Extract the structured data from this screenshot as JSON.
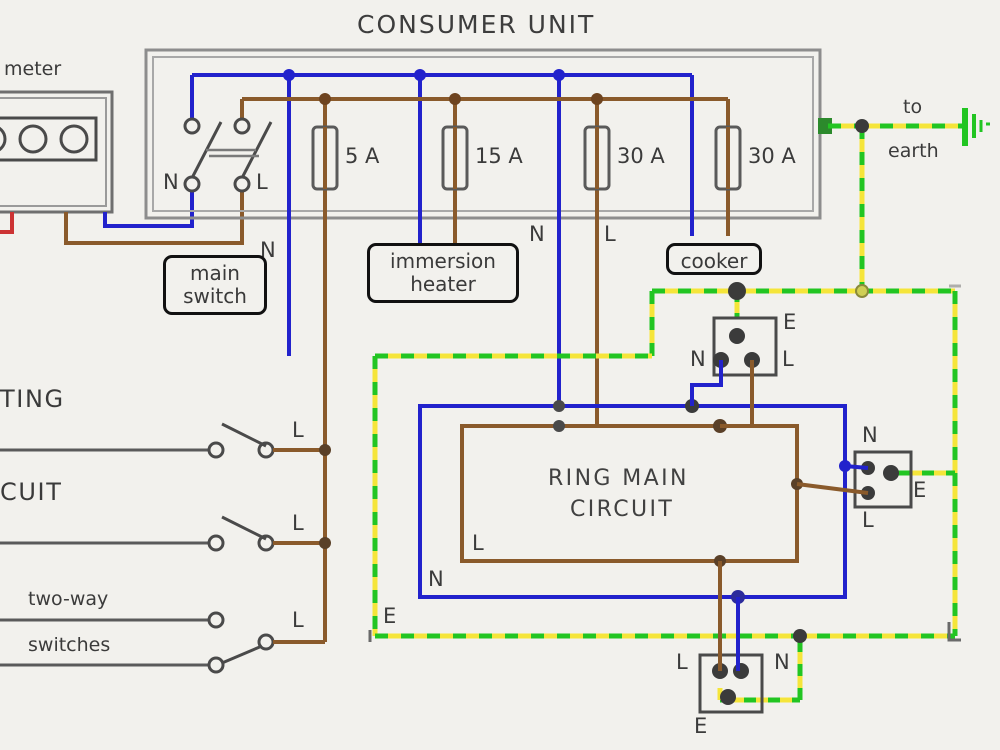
{
  "diagram": {
    "title": "CONSUMER UNIT",
    "type": "domestic electrical wiring diagram"
  },
  "colors": {
    "background": "#f2f1ed",
    "neutral_blue": "#2222cc",
    "live_brown": "#8a5a2b",
    "earth_yellow": "#f5e53a",
    "earth_green": "#22c522",
    "red_wire": "#cc3333",
    "ink": "#3a3a3a",
    "grey_outline": "#8d8d8d"
  },
  "meter": {
    "label": "meter",
    "dial_count": 3
  },
  "consumer_unit": {
    "title": "CONSUMER UNIT",
    "main_switch": {
      "label": "main\nswitch",
      "terminal_left": "N",
      "terminal_right": "L"
    },
    "fuses": [
      {
        "rating": "5 A",
        "serves": "lighting"
      },
      {
        "rating": "15 A",
        "serves": "immersion heater"
      },
      {
        "rating": "30 A",
        "serves": "ring main circuit"
      },
      {
        "rating": "30 A",
        "serves": "cooker"
      }
    ],
    "circuit_labels": [
      {
        "text": "immersion\nheater"
      },
      {
        "text": "cooker"
      }
    ]
  },
  "earth": {
    "label": "to\nearth",
    "to_text": "to",
    "earth_text": "earth",
    "terminal_letter": "E"
  },
  "ring_main": {
    "title": "RING MAIN\nCIRCUIT",
    "line1": "RING MAIN",
    "line2": "CIRCUIT",
    "conductor_labels": {
      "live": "L",
      "neutral": "N",
      "earth": "E"
    }
  },
  "sockets": [
    {
      "name": "top-socket",
      "terminals": {
        "earth": "E",
        "neutral": "N",
        "live": "L"
      }
    },
    {
      "name": "right-socket",
      "terminals": {
        "neutral": "N",
        "earth": "E",
        "live": "L"
      }
    },
    {
      "name": "bottom-socket",
      "terminals": {
        "live": "L",
        "neutral": "N",
        "earth": "E"
      }
    }
  ],
  "lighting": {
    "heading_line1": "TING",
    "heading_line2": "CUIT",
    "two_way_line1": "two-way",
    "two_way_line2": "switches",
    "switch_labels": [
      "L",
      "L",
      "L"
    ]
  },
  "terminal_markers": {
    "consumer_neutral": "N",
    "consumer_live": "L",
    "main_switch_neutral": "N"
  }
}
